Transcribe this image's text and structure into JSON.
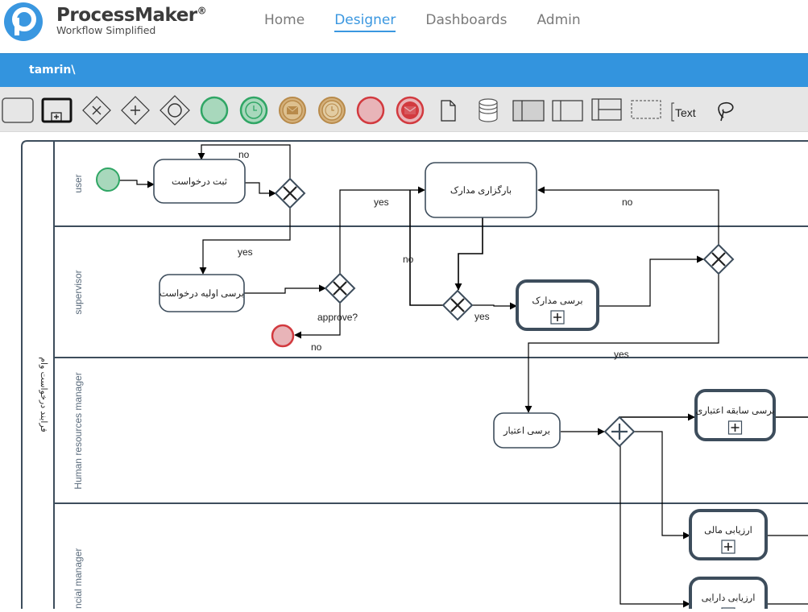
{
  "brand": {
    "name": "ProcessMaker",
    "registered": "®",
    "tagline": "Workflow Simplified",
    "color": "#3a97e0"
  },
  "nav": {
    "items": [
      {
        "label": "Home",
        "active": false
      },
      {
        "label": "Designer",
        "active": true
      },
      {
        "label": "Dashboards",
        "active": false
      },
      {
        "label": "Admin",
        "active": false
      }
    ]
  },
  "process": {
    "title": "tamrin\\"
  },
  "toolbar": {
    "tools": [
      {
        "name": "task-tool-icon"
      },
      {
        "name": "subprocess-tool-icon"
      },
      {
        "name": "exclusive-gateway-tool-icon"
      },
      {
        "name": "parallel-gateway-tool-icon"
      },
      {
        "name": "inclusive-gateway-tool-icon"
      },
      {
        "name": "start-event-tool-icon"
      },
      {
        "name": "timer-start-event-tool-icon"
      },
      {
        "name": "message-intermediate-event-tool-icon"
      },
      {
        "name": "timer-intermediate-event-tool-icon"
      },
      {
        "name": "end-event-tool-icon"
      },
      {
        "name": "message-end-event-tool-icon"
      },
      {
        "name": "data-object-tool-icon"
      },
      {
        "name": "data-store-tool-icon"
      },
      {
        "name": "pool-tool-icon"
      },
      {
        "name": "lane-tool-icon"
      },
      {
        "name": "horizontal-line-tool-icon"
      },
      {
        "name": "group-tool-icon"
      },
      {
        "name": "text-annotation-tool-icon",
        "label": "Text"
      },
      {
        "name": "lasso-tool-icon"
      }
    ]
  },
  "colors": {
    "start_fill": "#a8d8bc",
    "start_stroke": "#30a665",
    "end_fill": "#e8b4b8",
    "end_stroke": "#d23a3f",
    "message_fill": "#d4b07a",
    "message_stroke": "#b88a4a",
    "shape_stroke": "#3d4d5c"
  },
  "diagram": {
    "pool": {
      "label": "فرایند درخواست وام"
    },
    "lanes": [
      {
        "label": "user"
      },
      {
        "label": "supervisor"
      },
      {
        "label": "Human resources manager"
      },
      {
        "label": "Financial manager"
      }
    ],
    "tasks": [
      {
        "id": "t1",
        "label": "ثبت درخواست",
        "type": "task"
      },
      {
        "id": "t2",
        "label": "بارگزاری مدارک",
        "type": "task"
      },
      {
        "id": "t3",
        "label": "برسی اولیه درخواست",
        "type": "task"
      },
      {
        "id": "t4",
        "label": "برسی مدارک",
        "type": "subprocess"
      },
      {
        "id": "t5",
        "label": "برسی اعتبار",
        "type": "task"
      },
      {
        "id": "t6",
        "label": "برسی سابقه اعتباری",
        "type": "subprocess"
      },
      {
        "id": "t7",
        "label": "ارزیابی مالی",
        "type": "subprocess"
      },
      {
        "id": "t8",
        "label": "ارزیابی دارایی",
        "type": "subprocess"
      }
    ],
    "gateways": [
      {
        "id": "g1",
        "type": "exclusive"
      },
      {
        "id": "g2",
        "type": "exclusive",
        "label": "approve?"
      },
      {
        "id": "g3",
        "type": "exclusive"
      },
      {
        "id": "g4",
        "type": "exclusive"
      },
      {
        "id": "g5",
        "type": "parallel"
      }
    ],
    "events": [
      {
        "id": "start",
        "type": "start"
      },
      {
        "id": "end",
        "type": "end"
      }
    ],
    "flow_labels": [
      {
        "id": "l1",
        "text": "no"
      },
      {
        "id": "l2",
        "text": "yes"
      },
      {
        "id": "l3",
        "text": "no"
      },
      {
        "id": "l4",
        "text": "yes"
      },
      {
        "id": "l5",
        "text": "no"
      },
      {
        "id": "l6",
        "text": "no"
      },
      {
        "id": "l7",
        "text": "yes"
      },
      {
        "id": "l8",
        "text": "yes"
      }
    ]
  }
}
